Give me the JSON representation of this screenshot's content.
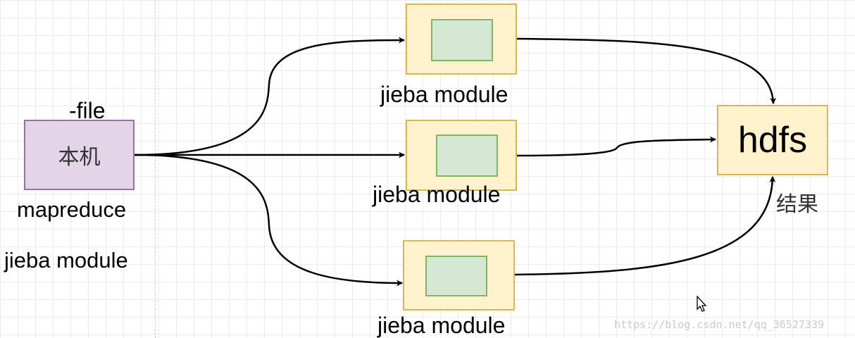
{
  "diagram": {
    "local_node": {
      "label": "本机"
    },
    "side_labels": {
      "file": "-file",
      "mapreduce": "mapreduce",
      "jieba": "jieba module"
    },
    "modules": [
      {
        "label": "jieba module"
      },
      {
        "label": "jieba module"
      },
      {
        "label": "jieba module"
      }
    ],
    "hdfs": {
      "label": "hdfs"
    },
    "result_label": "结果",
    "watermark": "https://blog.csdn.net/qq_36527339"
  },
  "colors": {
    "local_fill": "#e1d5e7",
    "local_stroke": "#9673a6",
    "module_fill": "#fff2cc",
    "module_stroke": "#d6b656",
    "inner_fill": "#d5e8d4",
    "inner_stroke": "#82b366",
    "edge": "#000000"
  }
}
